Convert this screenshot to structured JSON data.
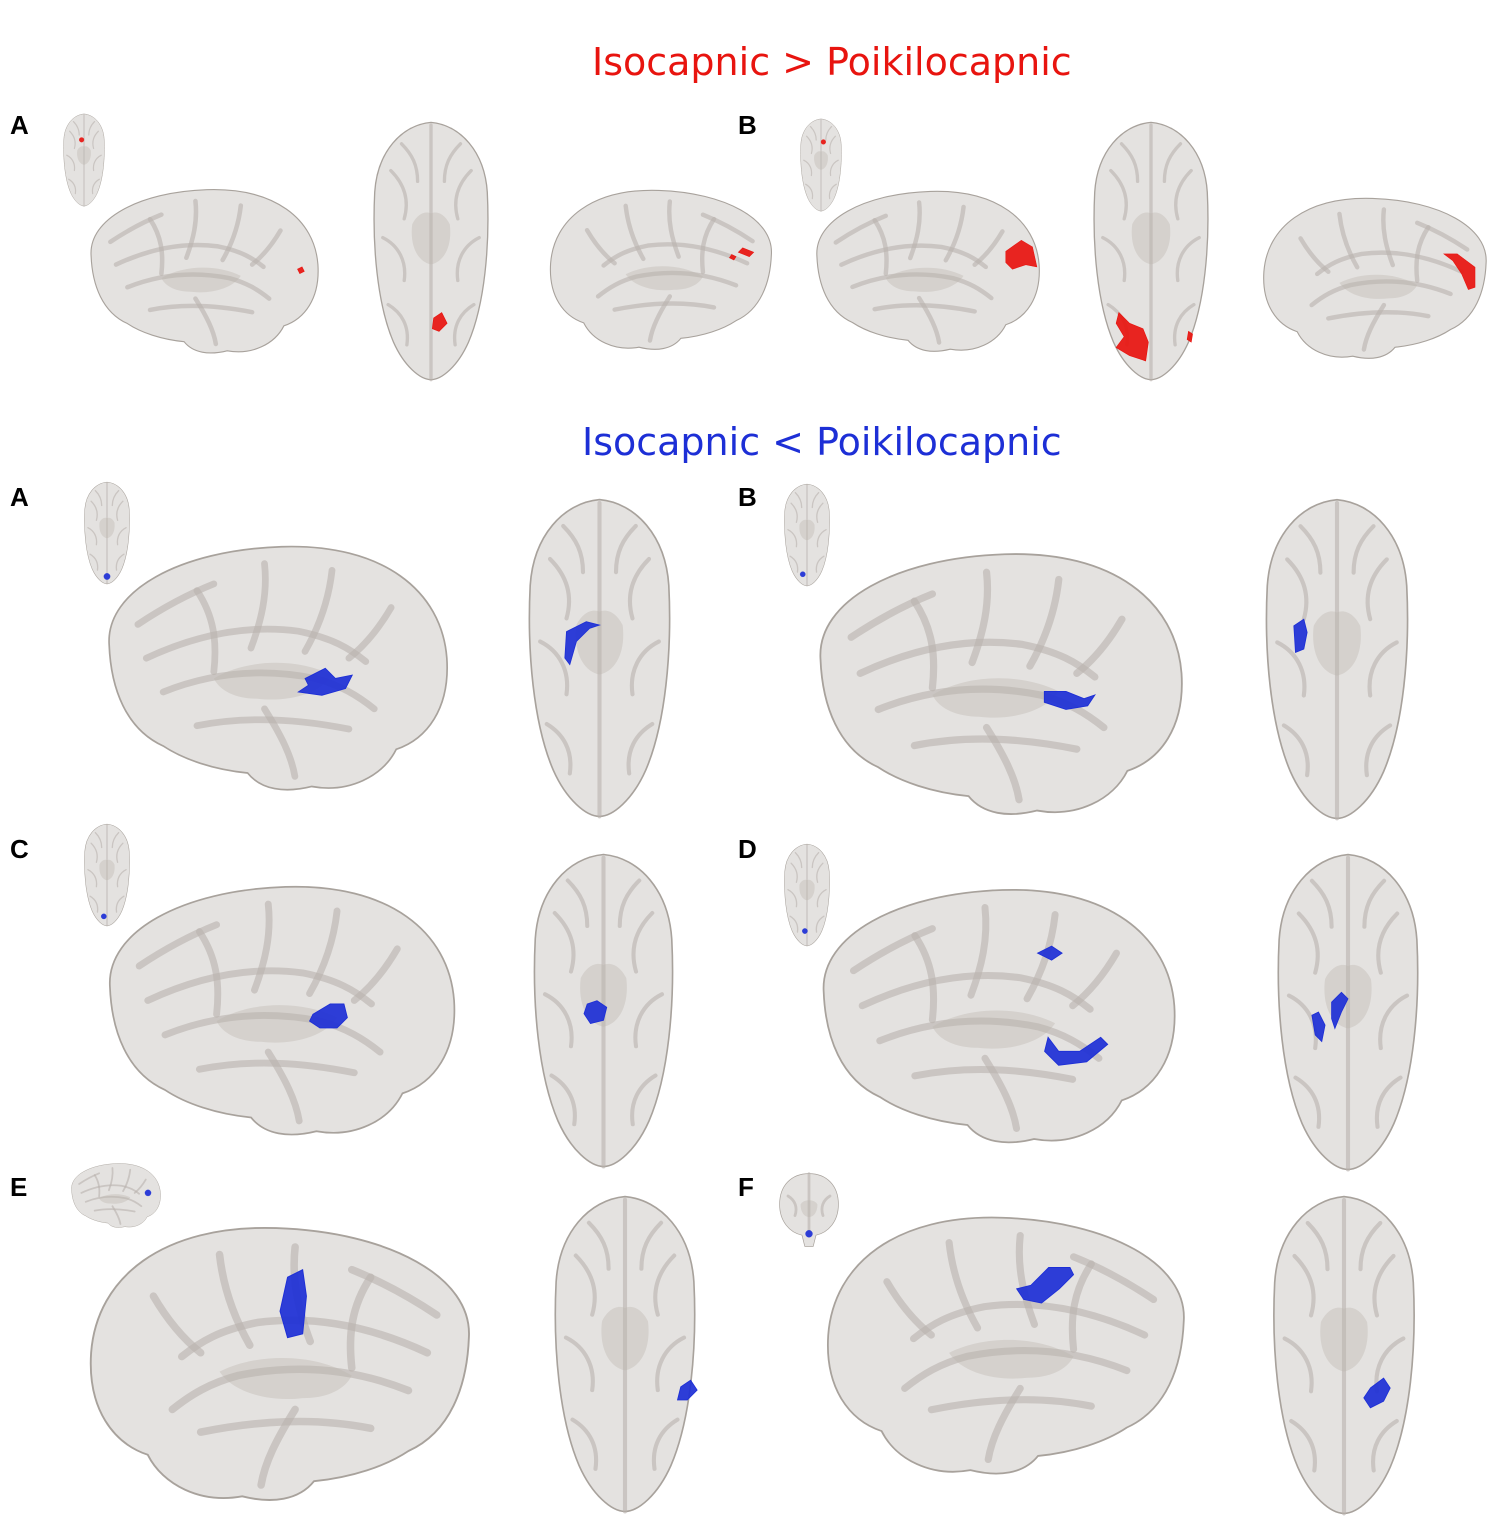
{
  "colors": {
    "increase": "#e8140f",
    "decrease": "#1d2fd6",
    "brain_fill": "#d9d6d3",
    "gyri": "#b9b3ad"
  },
  "sections": [
    {
      "title": "Isocapnic > Poikilocapnic",
      "color_key": "increase",
      "panels": [
        {
          "label": "A",
          "views": [
            "axial-inset",
            "sagittal-left",
            "axial-top",
            "sagittal-right"
          ]
        },
        {
          "label": "B",
          "views": [
            "axial-inset",
            "sagittal-left",
            "axial-top",
            "sagittal-right"
          ]
        }
      ]
    },
    {
      "title": "Isocapnic < Poikilocapnic",
      "color_key": "decrease",
      "panels": [
        {
          "label": "A",
          "views": [
            "axial-inset",
            "sagittal",
            "axial-top"
          ]
        },
        {
          "label": "B",
          "views": [
            "axial-inset",
            "sagittal",
            "axial-top"
          ]
        },
        {
          "label": "C",
          "views": [
            "axial-inset",
            "sagittal",
            "axial-top"
          ]
        },
        {
          "label": "D",
          "views": [
            "axial-inset",
            "sagittal",
            "axial-top"
          ]
        },
        {
          "label": "E",
          "views": [
            "sagittal-inset",
            "sagittal",
            "axial-top"
          ]
        },
        {
          "label": "F",
          "views": [
            "coronal-inset",
            "sagittal",
            "axial-top"
          ]
        }
      ]
    }
  ]
}
